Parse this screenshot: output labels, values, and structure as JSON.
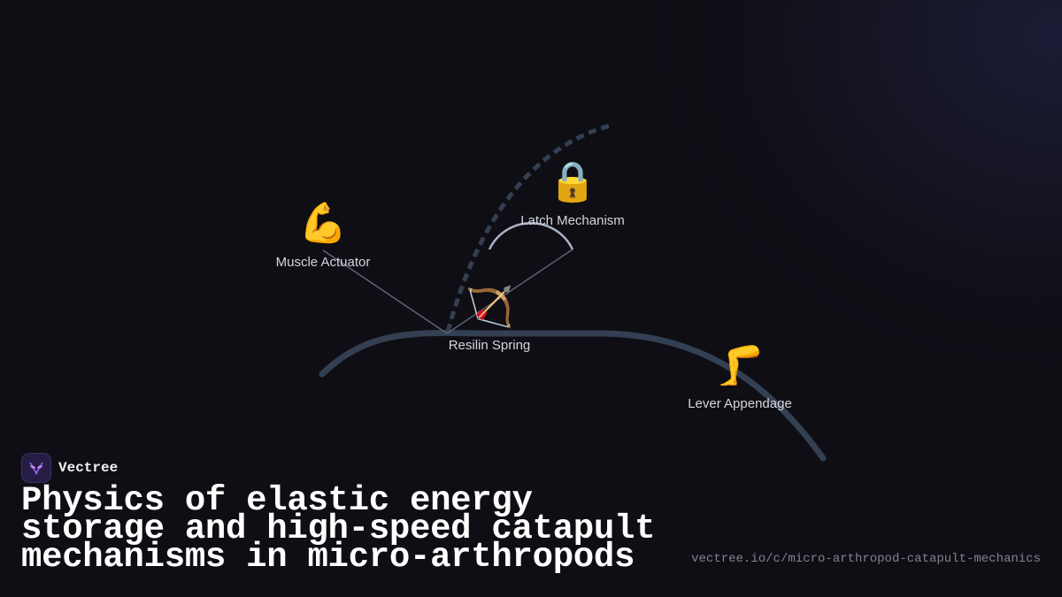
{
  "brand": {
    "name": "Vectree",
    "logo_icon": "vectree-logo-icon"
  },
  "title": "Physics of elastic energy storage and high-speed catapult mechanisms in micro-arthropods",
  "url": "vectree.io/c/micro-arthropod-catapult-mechanics",
  "colors": {
    "background": "#0f0e14",
    "curve": "#333f52",
    "connector": "#5b6577",
    "arc": "#a9b2c6",
    "label": "#d4d6de",
    "logo_bg": "#251d45",
    "logo_mark": "#a35cf0"
  },
  "diagram": {
    "nodes": [
      {
        "id": "muscle",
        "emoji": "💪",
        "icon": "flexed-bicep-icon",
        "label": "Muscle Actuator"
      },
      {
        "id": "latch",
        "emoji": "🔒",
        "icon": "lock-icon",
        "label": "Latch Mechanism"
      },
      {
        "id": "spring",
        "emoji": "🏹",
        "icon": "bow-and-arrow-icon",
        "label": "Resilin Spring"
      },
      {
        "id": "lever",
        "emoji": "🦵",
        "icon": "leg-icon",
        "label": "Lever Appendage"
      }
    ]
  }
}
